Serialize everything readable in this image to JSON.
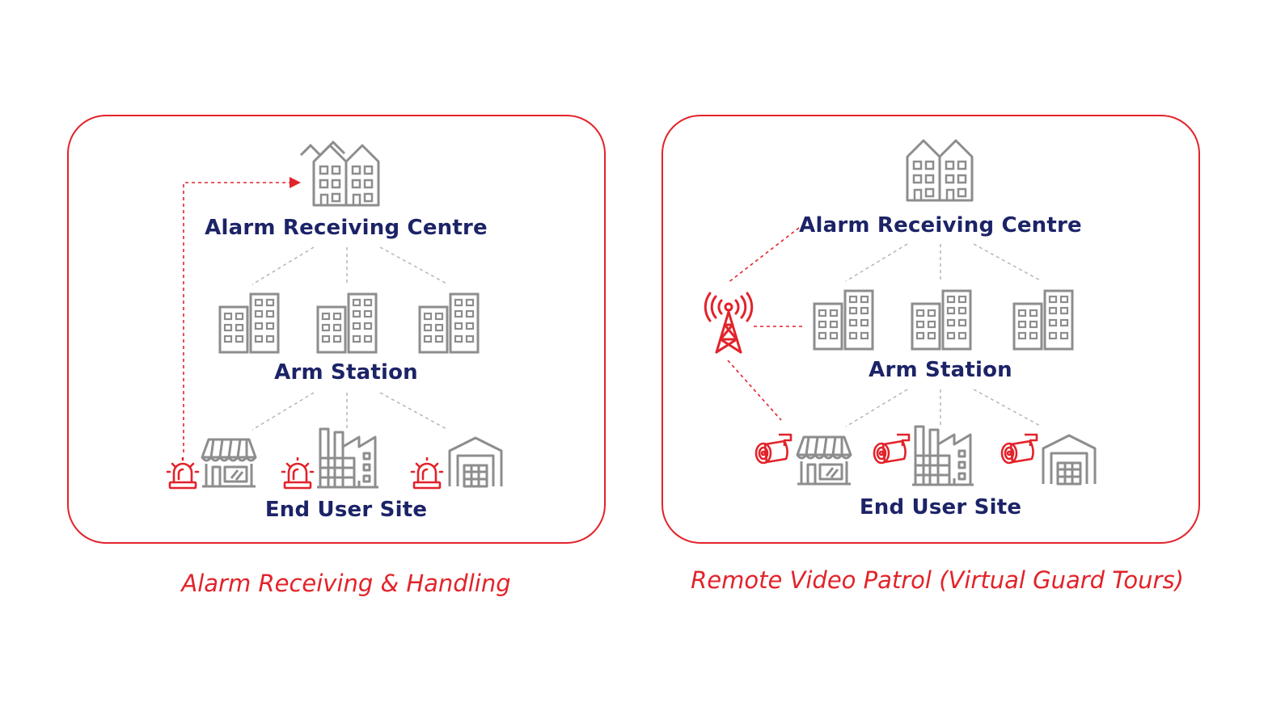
{
  "colors": {
    "accent": "#e2232a",
    "label": "#1c2367",
    "icon": "#8d8d8f",
    "line": "#b5b5b5"
  },
  "left_panel": {
    "top_label": "Alarm Receiving Centre",
    "middle_label": "Arm Station",
    "bottom_label": "End User Site",
    "caption": "Alarm Receiving & Handling",
    "icons": [
      "office-building-icon",
      "apartment-building-icon",
      "shop-icon",
      "factory-icon",
      "warehouse-icon",
      "alarm-siren-icon"
    ]
  },
  "right_panel": {
    "top_label": "Alarm Receiving Centre",
    "middle_label": "Arm Station",
    "bottom_label": "End User Site",
    "caption": "Remote Video Patrol (Virtual Guard Tours)",
    "icons": [
      "office-building-icon",
      "apartment-building-icon",
      "radio-tower-icon",
      "shop-icon",
      "factory-icon",
      "warehouse-icon",
      "cctv-camera-icon"
    ]
  }
}
